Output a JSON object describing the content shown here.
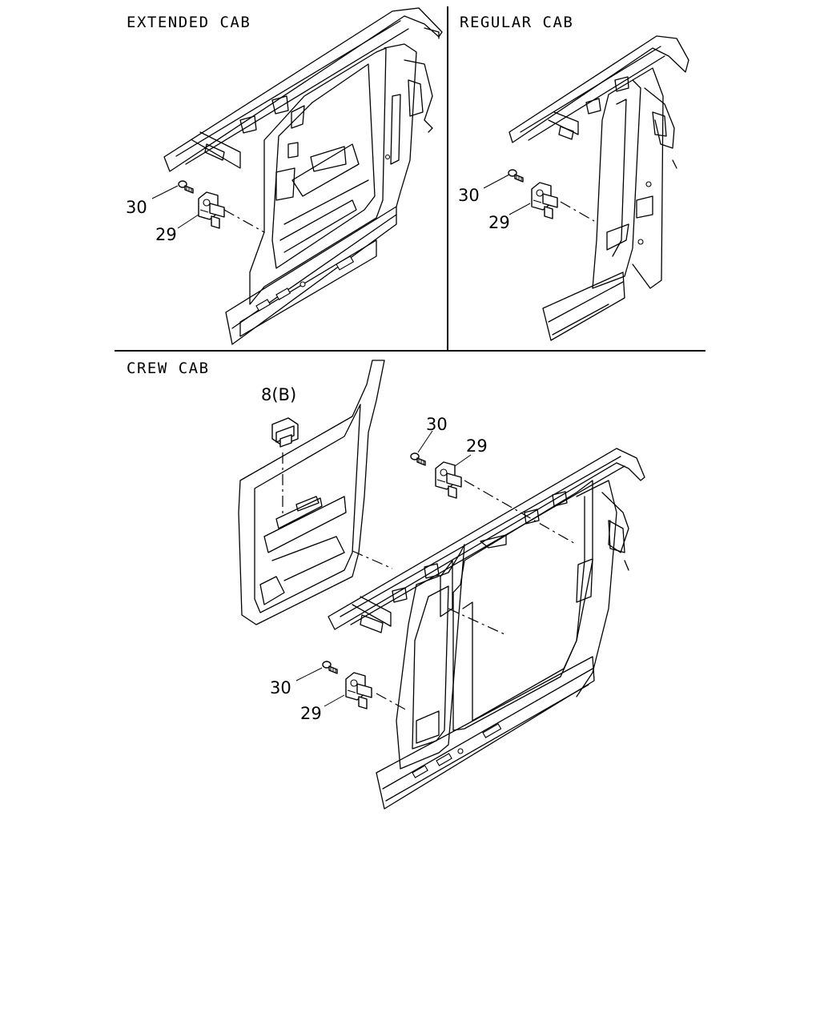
{
  "panels": {
    "extended": {
      "title": "EXTENDED CAB",
      "labels": {
        "bolt": "30",
        "switch": "29"
      }
    },
    "regular": {
      "title": "REGULAR CAB",
      "labels": {
        "bolt": "30",
        "switch": "29"
      }
    },
    "crew": {
      "title": "CREW CAB",
      "labels": {
        "rear_switch": "8(B)",
        "upper_bolt": "30",
        "upper_switch": "29",
        "lower_bolt": "30",
        "lower_switch": "29"
      }
    }
  }
}
